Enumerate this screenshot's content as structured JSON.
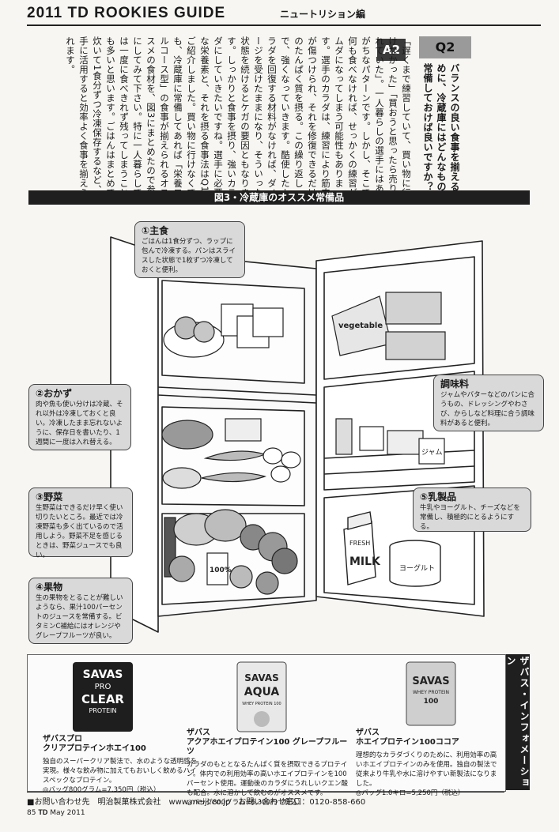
{
  "header": {
    "title": "2011 TD ROOKIES GUIDE",
    "section": "ニュートリション編"
  },
  "qa": {
    "q_label": "Q2",
    "question": "バランスの良い食事を揃えるために、冷蔵庫にはどんなものを常備しておけば良いですか？",
    "a_label": "A2",
    "answer": "「遅くまで練習していて、買い物に行けなかった」「買おうと思ったら売り切れていた」。一人暮らしの選手にはありがちなパターンです。しかし、そこで何も食べなければ、せっかくの練習がムダになってしまう可能性もあります。選手のカラダは、練習により筋肉が傷つけられ、それを修復できるだけのたんぱく質を摂る。この繰り返しで、強くなっていきます。酷使したカラダを回復する材料がなければ、ダメージを受けたままになり、そういった状態を続けるとケガの要因ともなります。しっかりと食事を摂り、強いカラダにしていきたいですね。選手に必要な栄養素と、それを摂る食事法はQ1でご紹介しました。買い物に行けなくても、冷蔵庫に常備してあれば「栄養フルコース型」の食事が揃えられるオススメの食材を、図3にまとめたので参考にしてみて下さい。特に一人暮らしでは一度に食べきれず残ってしまうことも多いと思います。ごはんはまとめて炊いて1食分ずつ冷凍保存するなど、上手に活用すると効率よく食事を揃えられます。"
  },
  "figure": {
    "title": "図3・冷蔵庫のオススメ常備品",
    "pack_label": "vegetable",
    "jam_label": "ジャム",
    "yogurt_label": "ヨーグルト",
    "juice_label": "100%",
    "milk_top": "FRESH",
    "milk_label": "MILK",
    "callouts": {
      "staple": {
        "title": "①主食",
        "body": "ごはんは1食分ずつ、ラップに包んで冷凍する。パンはスライスした状態で1枚ずつ冷凍しておくと便利。"
      },
      "side": {
        "title": "②おかず",
        "body": "肉や魚も使い分けは冷蔵、それ以外は冷凍しておくと良い。冷凍したまま忘れないように、保存日を書いたり、1週間に一度は入れ替える。"
      },
      "veg": {
        "title": "③野菜",
        "body": "生野菜はできるだけ早く使い切りたいところ。最近では冷凍野菜も多く出ているので活用しよう。野菜不足を感じるときは、野菜ジュースでも良い。"
      },
      "fruit": {
        "title": "④果物",
        "body": "生の果物をとることが難しいようなら、果汁100パーセントのジュースを常備する。ビタミンC補給にはオレンジやグレープフルーツが良い。"
      },
      "seasoning": {
        "title": "調味料",
        "body": "ジャムやバターなどのパンに合うもの、ドレッシングやわさび、からしなど料理に合う調味料があると便利。"
      },
      "dairy": {
        "title": "⑤乳製品",
        "body": "牛乳やヨーグルト、チーズなどを常備し、積極的にとるようにする。"
      }
    }
  },
  "info": {
    "side_title": "ザバス・インフォメーション",
    "products": [
      {
        "pkg_brand": "SAVAS",
        "pkg_line1": "PRO",
        "pkg_line2": "CLEAR",
        "pkg_line3": "PROTEIN",
        "brand": "ザバスプロ",
        "name": "クリアプロテインホエイ100",
        "desc": "独自のスーパークリア製法で、水のような透明感を実現。様々な飲み物に加えてもおいしく飲めるハイスペックなプロテイン。",
        "price": "◎バッグ800グラム=7,350円（税込）"
      },
      {
        "pkg_brand": "SAVAS",
        "pkg_line1": "AQUA",
        "pkg_line2": "WHEY PROTEIN 100",
        "pkg_line3": "",
        "brand": "ザバス",
        "name": "アクアホエイプロテイン100 グレープフルーツ",
        "desc": "カラダのもととなるたんぱく質を摂取できるプロテイン。体内での利用効率の高いホエイプロテインを100パーセント使用。運動後のカラダにうれしいクエン酸も配合。水に溶かして飲むのがオススメです。",
        "price": "◎バッグ800グラム=6,300円（税込）"
      },
      {
        "pkg_brand": "SAVAS",
        "pkg_line1": "WHEY PROTEIN",
        "pkg_line2": "100",
        "pkg_line3": "",
        "brand": "ザバス",
        "name": "ホエイプロテイン100ココア",
        "desc": "理想的なカラダづくりのために、利用効率の高いホエイプロテインのみを使用。独自の製法で従来より牛乳や水に溶けやすい新製法になりました。",
        "price": "◎バッグ1.0キロ=5,250円（税込）"
      }
    ]
  },
  "footer": {
    "contact": "■お問い合わせ先　明治製菓株式会社　www.meiji.co.jp　お問い合わせ窓口：0120-858-660",
    "page": "85",
    "magazine": "TD",
    "issue": "May 2011"
  },
  "colors": {
    "ink": "#1a1a1a",
    "callout_bg": "#d9d9d9",
    "bar_dark": "#1f1f1f",
    "q_label_bg": "#9a9a9a"
  }
}
